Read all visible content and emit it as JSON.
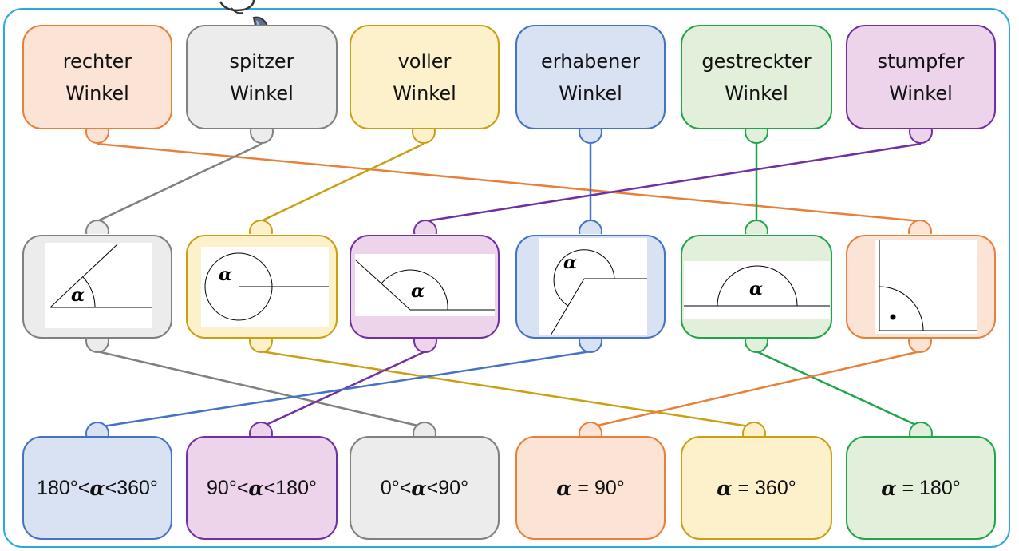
{
  "names": [
    {
      "line1": "rechter",
      "line2": "Winkel"
    },
    {
      "line1": "spitzer",
      "line2": "Winkel"
    },
    {
      "line1": "voller",
      "line2": "Winkel"
    },
    {
      "line1": "erhabener",
      "line2": "Winkel"
    },
    {
      "line1": "gestreckter",
      "line2": "Winkel"
    },
    {
      "line1": "stumpfer",
      "line2": "Winkel"
    }
  ],
  "picture_label": "α",
  "values": [
    {
      "pre": "180°<",
      "sym": "α",
      "post": "<360°"
    },
    {
      "pre": "90°<",
      "sym": "α",
      "post": "<180°"
    },
    {
      "pre": "0°<",
      "sym": "α",
      "post": "<90°"
    },
    {
      "pre": "",
      "sym": "α",
      "post": " = 90°"
    },
    {
      "pre": "",
      "sym": "α",
      "post": " = 360°"
    },
    {
      "pre": "",
      "sym": "α",
      "post": " = 180°"
    }
  ],
  "colors": {
    "frame": "#2aa8e0",
    "orange": "#e8803a",
    "orange_fill": "#fbe3d6",
    "gray": "#808080",
    "gray_fill": "#ececec",
    "gold": "#c9a012",
    "gold_fill": "#fdf1cc",
    "blue": "#4472c4",
    "blue_fill": "#d9e2f3",
    "green": "#1fa64a",
    "green_fill": "#e2efda",
    "purple": "#7030a0",
    "purple_fill": "#eed4ea"
  }
}
